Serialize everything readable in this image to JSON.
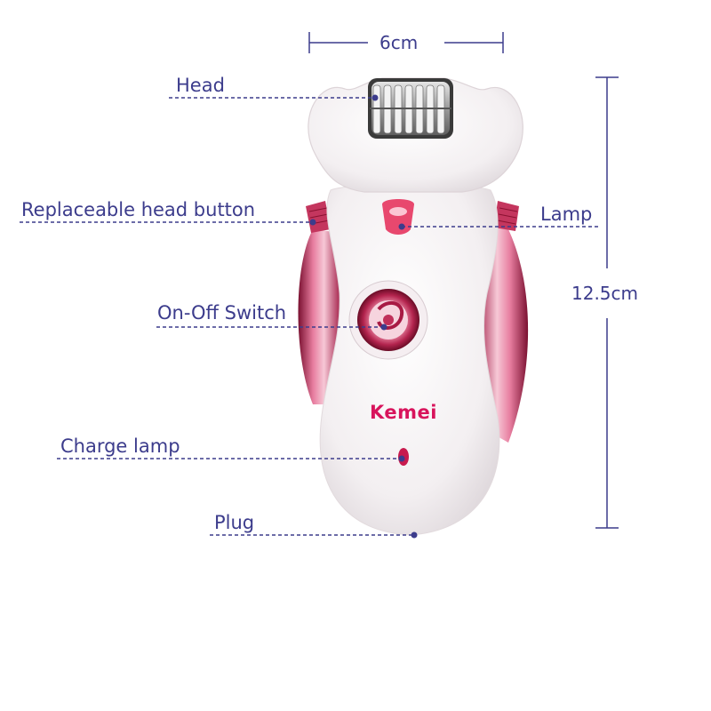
{
  "colors": {
    "annotation": "#3c3c8c",
    "body_white": "#f4f1f2",
    "accent_pink": "#d8145c",
    "metal_pink": "#c0305a"
  },
  "dimensions": {
    "width": "6cm",
    "height": "12.5cm"
  },
  "labels": {
    "head": "Head",
    "replaceable_head_button": "Replaceable head button",
    "lamp": "Lamp",
    "on_off_switch": "On-Off Switch",
    "charge_lamp": "Charge lamp",
    "plug": "Plug"
  },
  "brand": "Kemei"
}
